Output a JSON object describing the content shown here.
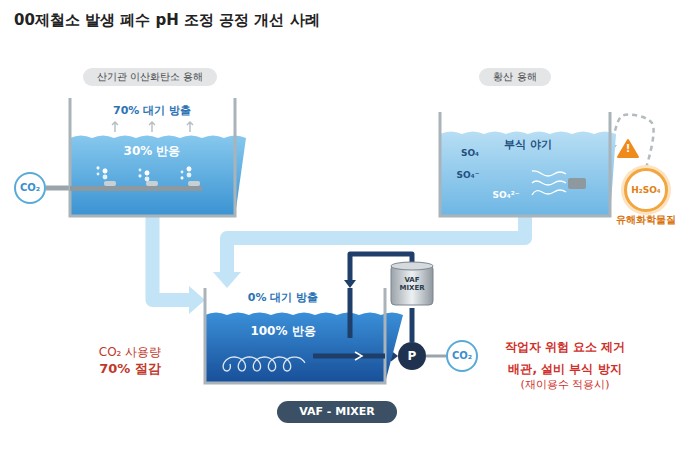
{
  "diagram": {
    "title": "00제철소 발생 폐수 pH 조정 공정 개선 사례",
    "nodes": [
      {
        "text": [
          "산기관 이산화탄소 용해"
        ]
      },
      {
        "text": [
          "황산 용해"
        ]
      },
      {
        "text": [
          "70% 대기 방출",
          "30% 반응"
        ]
      },
      {
        "text": [
          "CO₂"
        ]
      },
      {
        "text": [
          "SO₄",
          "부식 야기",
          "SO₄⁻",
          "SO₄²⁻"
        ]
      },
      {
        "text": [
          "H₂SO₄",
          "유해화학물질"
        ]
      },
      {
        "text": [
          "0% 대기 방출",
          "100% 반응"
        ]
      },
      {
        "text": [
          "VAF MIXER"
        ]
      },
      {
        "text": [
          "P"
        ]
      },
      {
        "text": [
          "CO₂"
        ]
      },
      {
        "text": [
          "VAF - MIXER"
        ]
      }
    ],
    "edges": [
      {
        "from": 3,
        "to": 2,
        "arrow": "none"
      },
      {
        "from": 5,
        "to": 4,
        "arrow": "to"
      },
      {
        "from": 2,
        "to": 6,
        "arrow": "to"
      },
      {
        "from": 4,
        "to": 6,
        "arrow": "to"
      },
      {
        "from": 6,
        "to": 8,
        "arrow": "to"
      },
      {
        "from": 8,
        "to": 7,
        "arrow": "none"
      },
      {
        "from": 7,
        "to": 6,
        "arrow": "to"
      },
      {
        "from": 9,
        "to": 8,
        "arrow": "none"
      }
    ],
    "labels": [
      "!",
      "CO₂ 사용량",
      "70% 절감",
      "작업자 위험 요소 제거",
      "배관, 설비 부식 방지",
      "(재이용수 적용시)"
    ]
  }
}
